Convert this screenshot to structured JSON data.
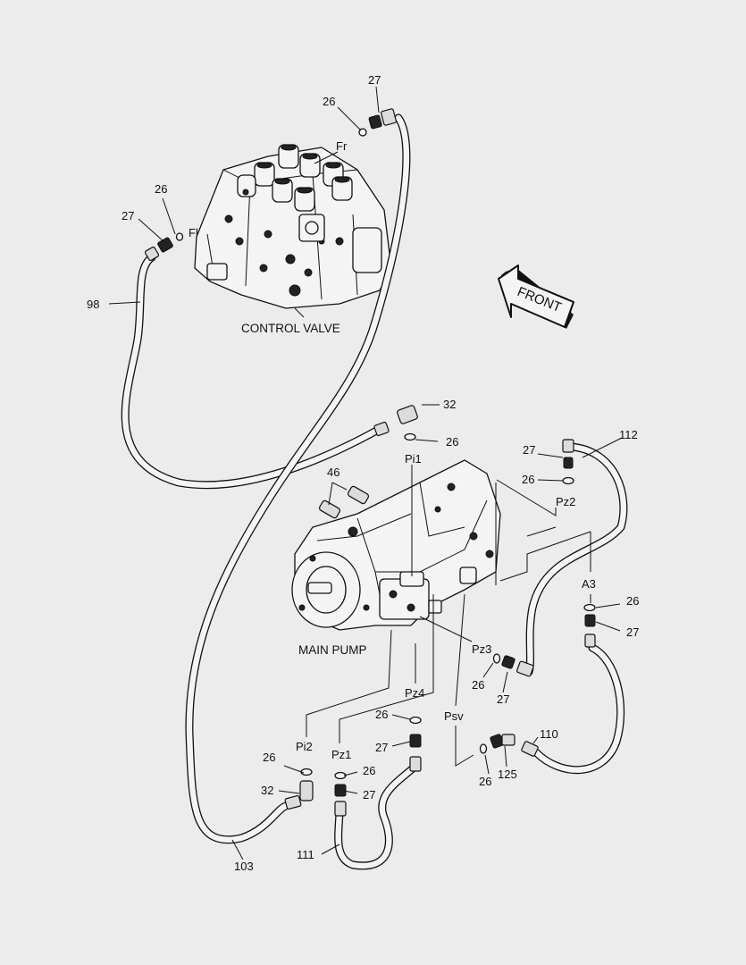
{
  "components": {
    "control_valve": "CONTROL VALVE",
    "main_pump": "MAIN PUMP"
  },
  "direction": "FRONT",
  "ports": {
    "fr": "Fr",
    "fl": "Fl",
    "pi1": "Pi1",
    "pi2": "Pi2",
    "pz1": "Pz1",
    "pz2": "Pz2",
    "pz3": "Pz3",
    "pz4": "Pz4",
    "psv": "Psv",
    "a3": "A3"
  },
  "part_numbers": {
    "p26_fr": "26",
    "p27_fr": "27",
    "p26_fl": "26",
    "p27_fl": "27",
    "p98": "98",
    "p32_pi1": "32",
    "p26_pi1": "26",
    "p46": "46",
    "p27_pz2": "27",
    "p26_pz2": "26",
    "p112": "112",
    "p26_a3": "26",
    "p27_a3": "27",
    "p26_pz3": "26",
    "p27_pz3": "27",
    "p26_pz4": "26",
    "p27_pz4": "27",
    "p110": "110",
    "p125": "125",
    "p26_psv": "26",
    "p26_pi2": "26",
    "p32_pi2": "32",
    "p26_pz1": "26",
    "p27_pz1": "27",
    "p111": "111",
    "p103": "103"
  },
  "icons": [
    "front-arrow-icon",
    "control-valve-illustration",
    "main-pump-illustration"
  ]
}
